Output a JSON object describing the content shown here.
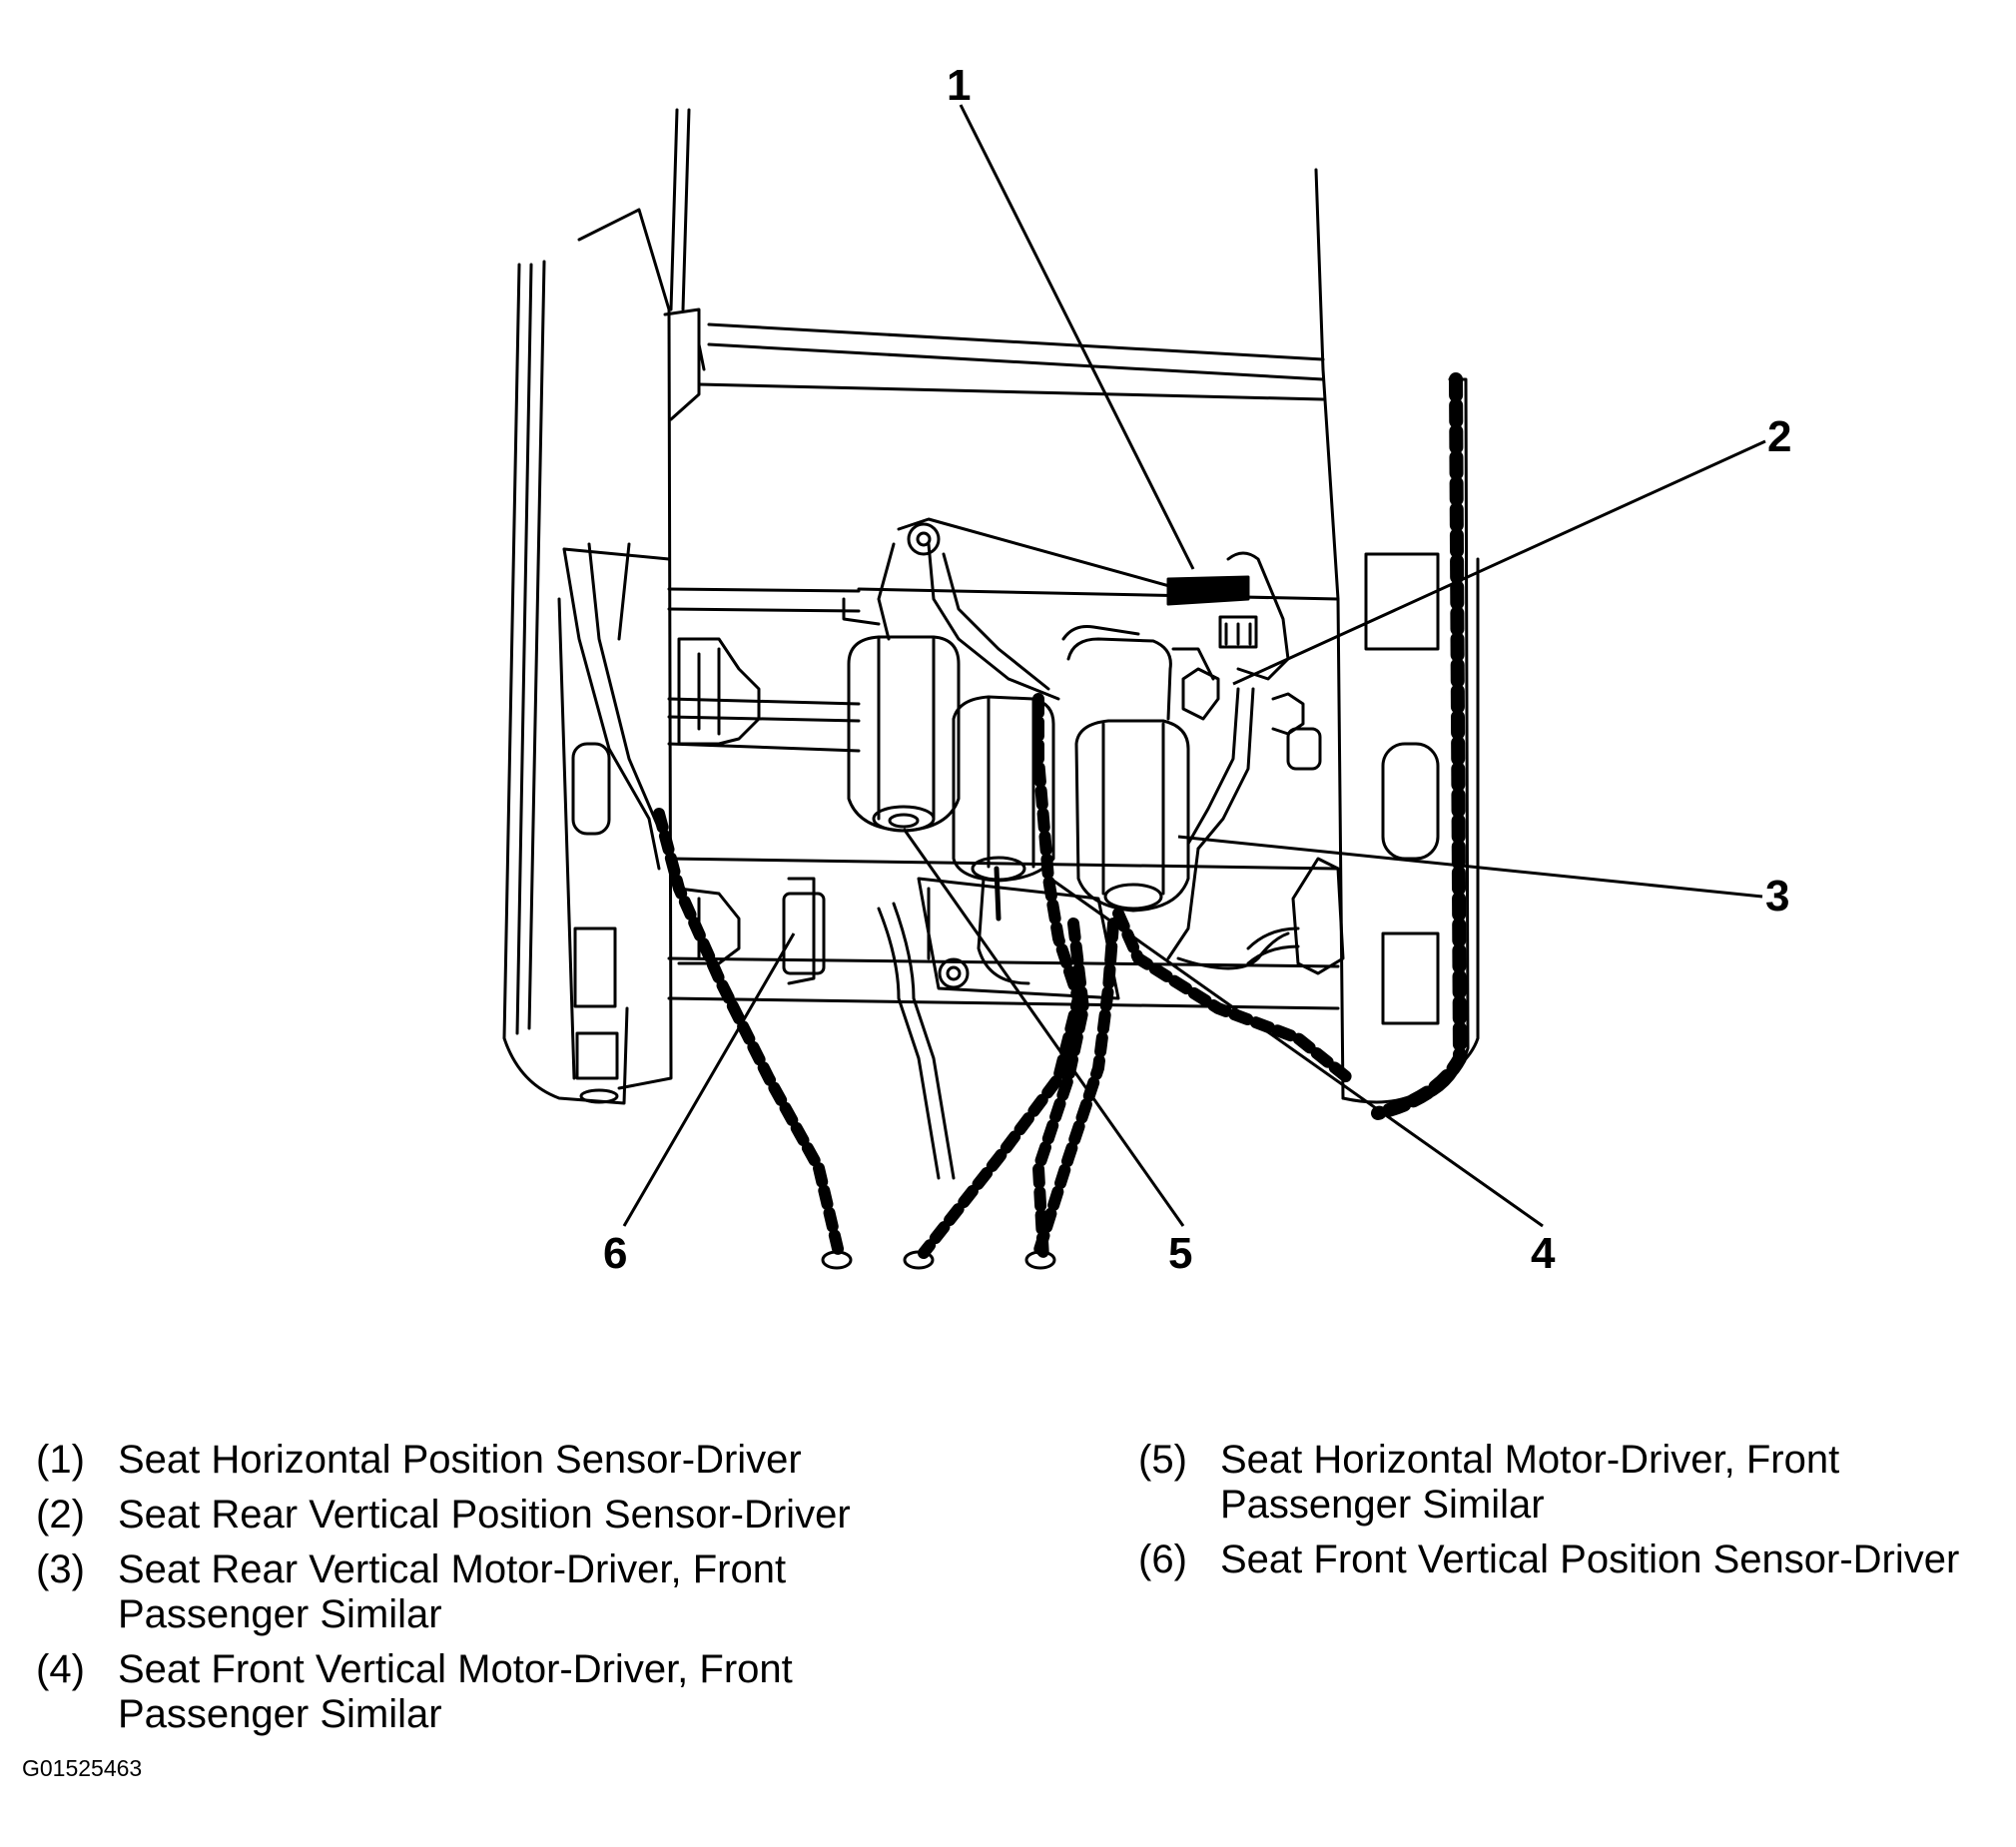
{
  "callouts": {
    "c1": "1",
    "c2": "2",
    "c3": "3",
    "c4": "4",
    "c5": "5",
    "c6": "6"
  },
  "legend": [
    {
      "num": "(1)",
      "text": "Seat Horizontal Position Sensor-Driver"
    },
    {
      "num": "(2)",
      "text": "Seat Rear Vertical Position Sensor-Driver"
    },
    {
      "num": "(3)",
      "text": "Seat Rear Vertical Motor-Driver, Front Passenger Similar"
    },
    {
      "num": "(4)",
      "text": "Seat Front Vertical Motor-Driver, Front Passenger Similar"
    },
    {
      "num": "(5)",
      "text": "Seat Horizontal Motor-Driver, Front Passenger Similar"
    },
    {
      "num": "(6)",
      "text": "Seat Front Vertical Position Sensor-Driver"
    }
  ],
  "figure_id": "G01525463"
}
